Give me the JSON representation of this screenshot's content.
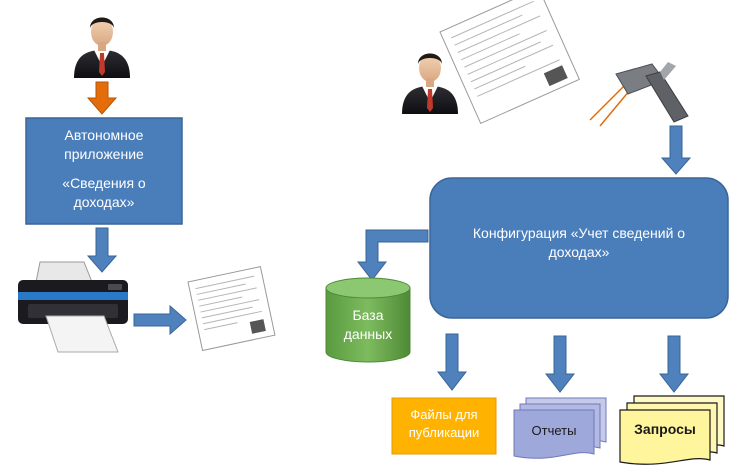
{
  "standalone_app": {
    "line1": "Автономное",
    "line2": "приложение",
    "line3": "«Сведения о",
    "line4": "доходах»"
  },
  "configuration": {
    "line1": "Конфигурация «Учет сведений о",
    "line2": "доходах»"
  },
  "database": {
    "line1": "База",
    "line2": "данных"
  },
  "publication_files": {
    "line1": "Файлы для",
    "line2": "публикации"
  },
  "reports": {
    "label": "Отчеты"
  },
  "queries": {
    "label": "Запросы"
  },
  "icons": {
    "user_top": "person-icon",
    "user_right": "person-icon",
    "printer": "printer-icon",
    "document": "document-icon",
    "scanner": "barcode-scanner-icon"
  },
  "colors": {
    "box_blue": "#4a7ebb",
    "box_blue_border": "#3a6598",
    "arrow_blue": "#4f81bd",
    "arrow_orange": "#e46c0a",
    "db_green": "#6aa84f",
    "files_orange": "#ffb300",
    "reports_purple": "#9fa8da",
    "queries_yellow": "#fff59d"
  }
}
